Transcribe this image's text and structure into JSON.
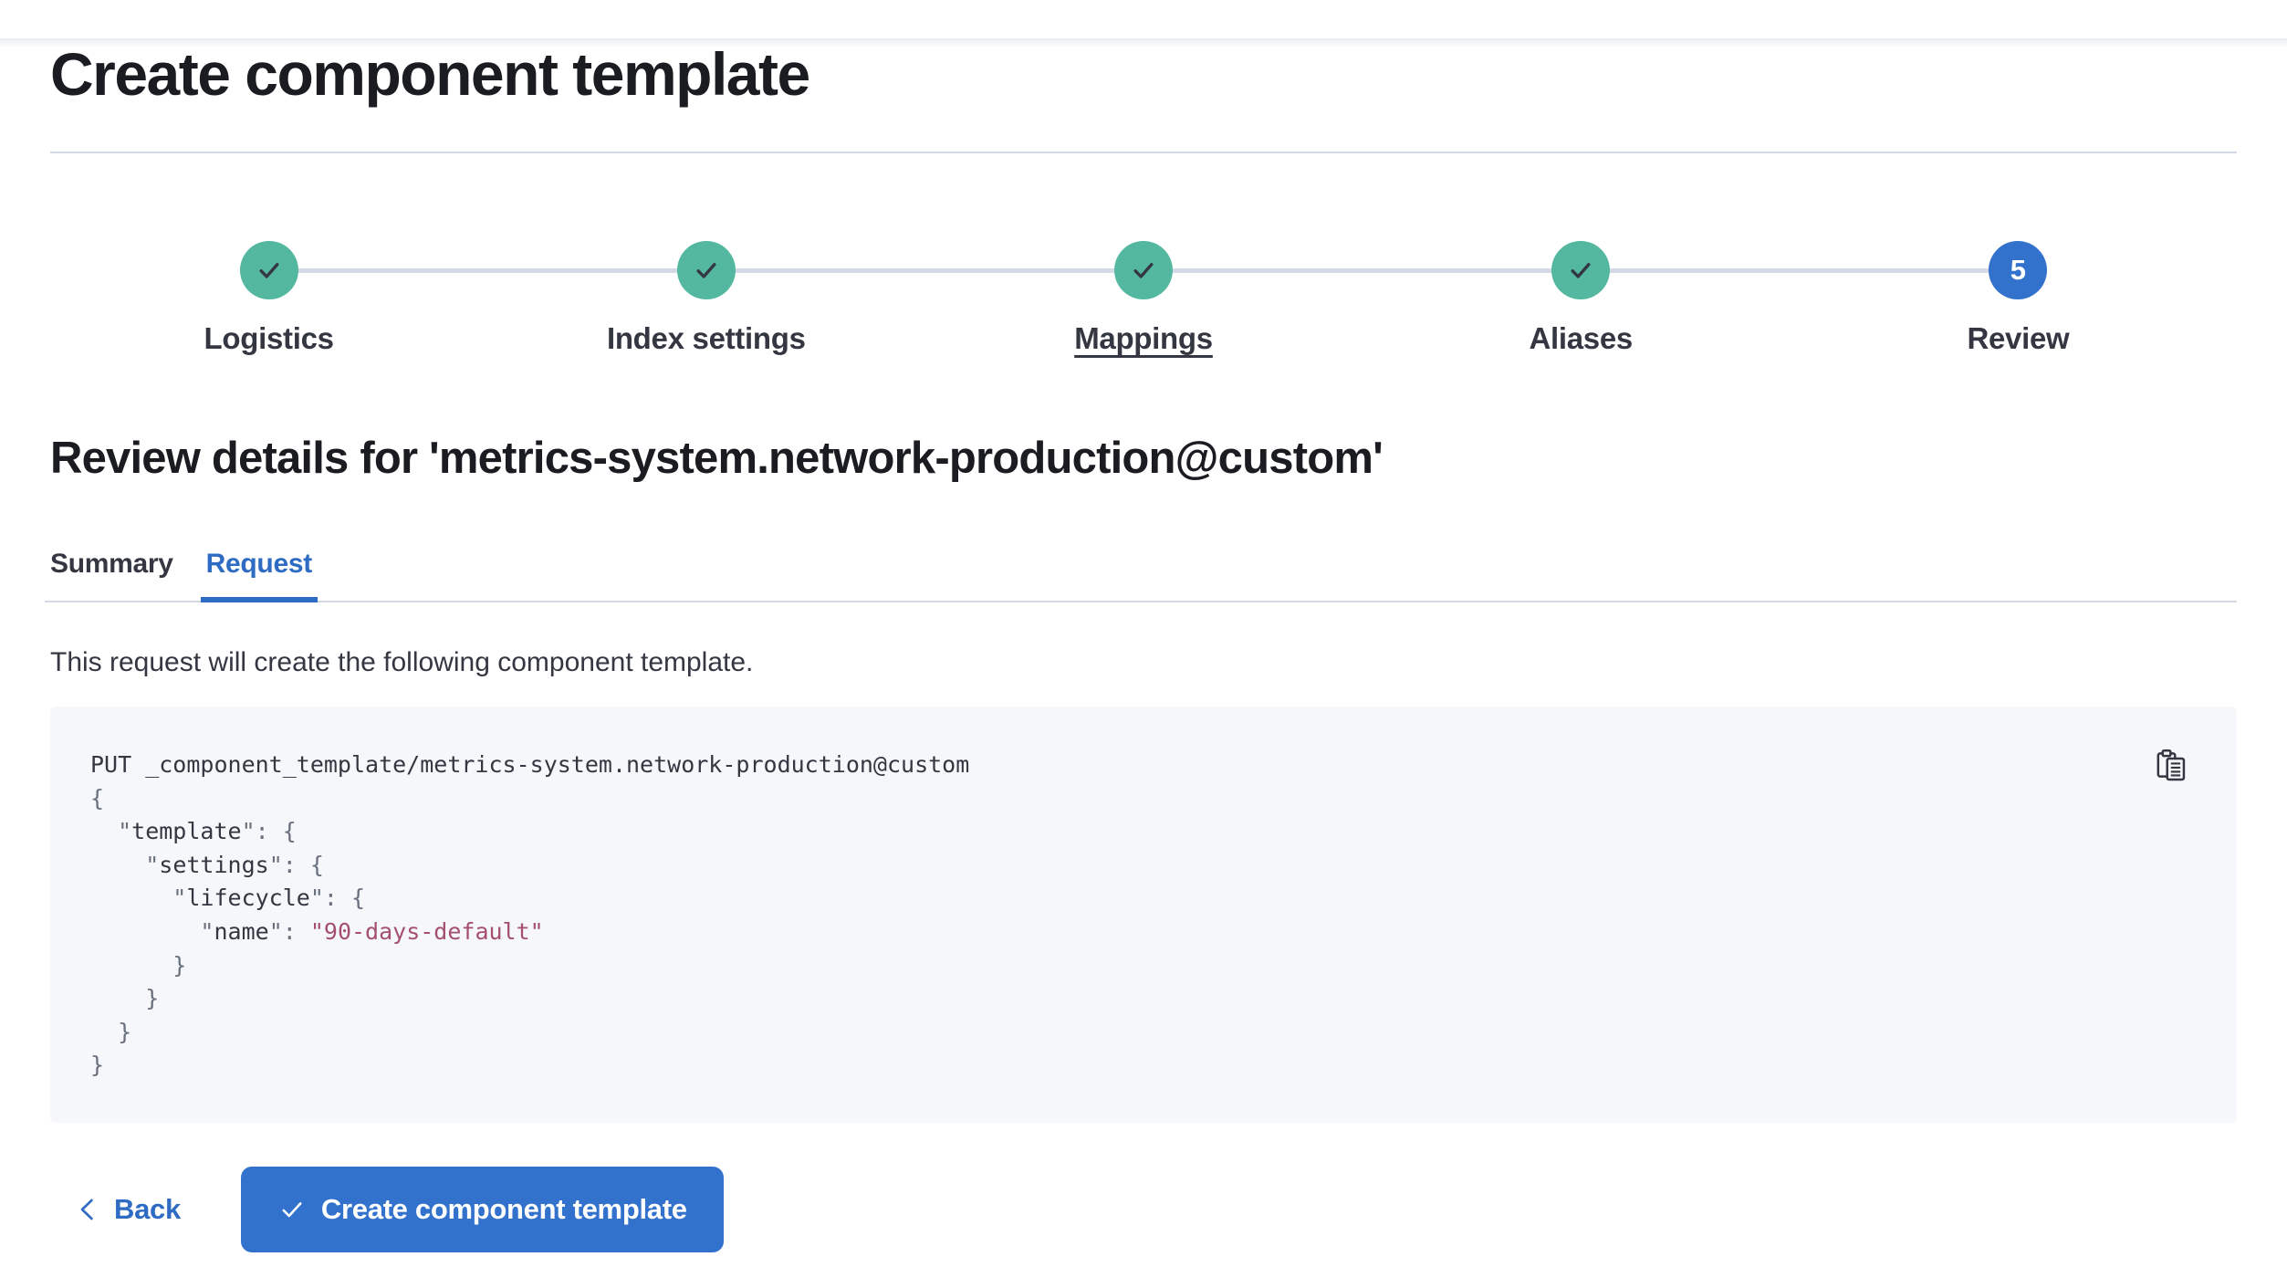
{
  "page": {
    "title": "Create component template"
  },
  "stepper": {
    "steps": [
      {
        "label": "Logistics",
        "status": "complete",
        "icon": "check-icon"
      },
      {
        "label": "Index settings",
        "status": "complete",
        "icon": "check-icon"
      },
      {
        "label": "Mappings",
        "status": "complete",
        "icon": "check-icon",
        "underlined": true
      },
      {
        "label": "Aliases",
        "status": "complete",
        "icon": "check-icon"
      },
      {
        "label": "Review",
        "status": "current",
        "number": "5"
      }
    ]
  },
  "review": {
    "heading": "Review details for 'metrics-system.network-production@custom'",
    "tabs": [
      {
        "label": "Summary",
        "active": false
      },
      {
        "label": "Request",
        "active": true
      }
    ],
    "description": "This request will create the following component template."
  },
  "code": {
    "copy_icon": "copy-clipboard-icon",
    "lines": [
      {
        "a": "PUT _component_template/metrics-system.network-production@custom"
      },
      {
        "a": "{"
      },
      {
        "a": "  \"",
        "b": "template",
        "c": "\": {"
      },
      {
        "a": "    \"",
        "b": "settings",
        "c": "\": {"
      },
      {
        "a": "      \"",
        "b": "lifecycle",
        "c": "\": {"
      },
      {
        "a": "        \"",
        "b": "name",
        "c": "\": ",
        "d": "\"90-days-default\""
      },
      {
        "a": "      }"
      },
      {
        "a": "    }"
      },
      {
        "a": "  }"
      },
      {
        "a": "}"
      }
    ]
  },
  "footer": {
    "back_label": "Back",
    "back_icon": "chevron-left-icon",
    "submit_label": "Create component template",
    "submit_icon": "check-icon"
  },
  "colors": {
    "accent_blue": "#3272cd",
    "link_blue": "#2e6bc3",
    "step_teal": "#54b8a0",
    "connector_gray": "#d3dae6",
    "code_background": "#f5f7fa",
    "code_string": "#a4506c",
    "text_dark": "#343741",
    "heading_dark": "#1a1c21"
  }
}
